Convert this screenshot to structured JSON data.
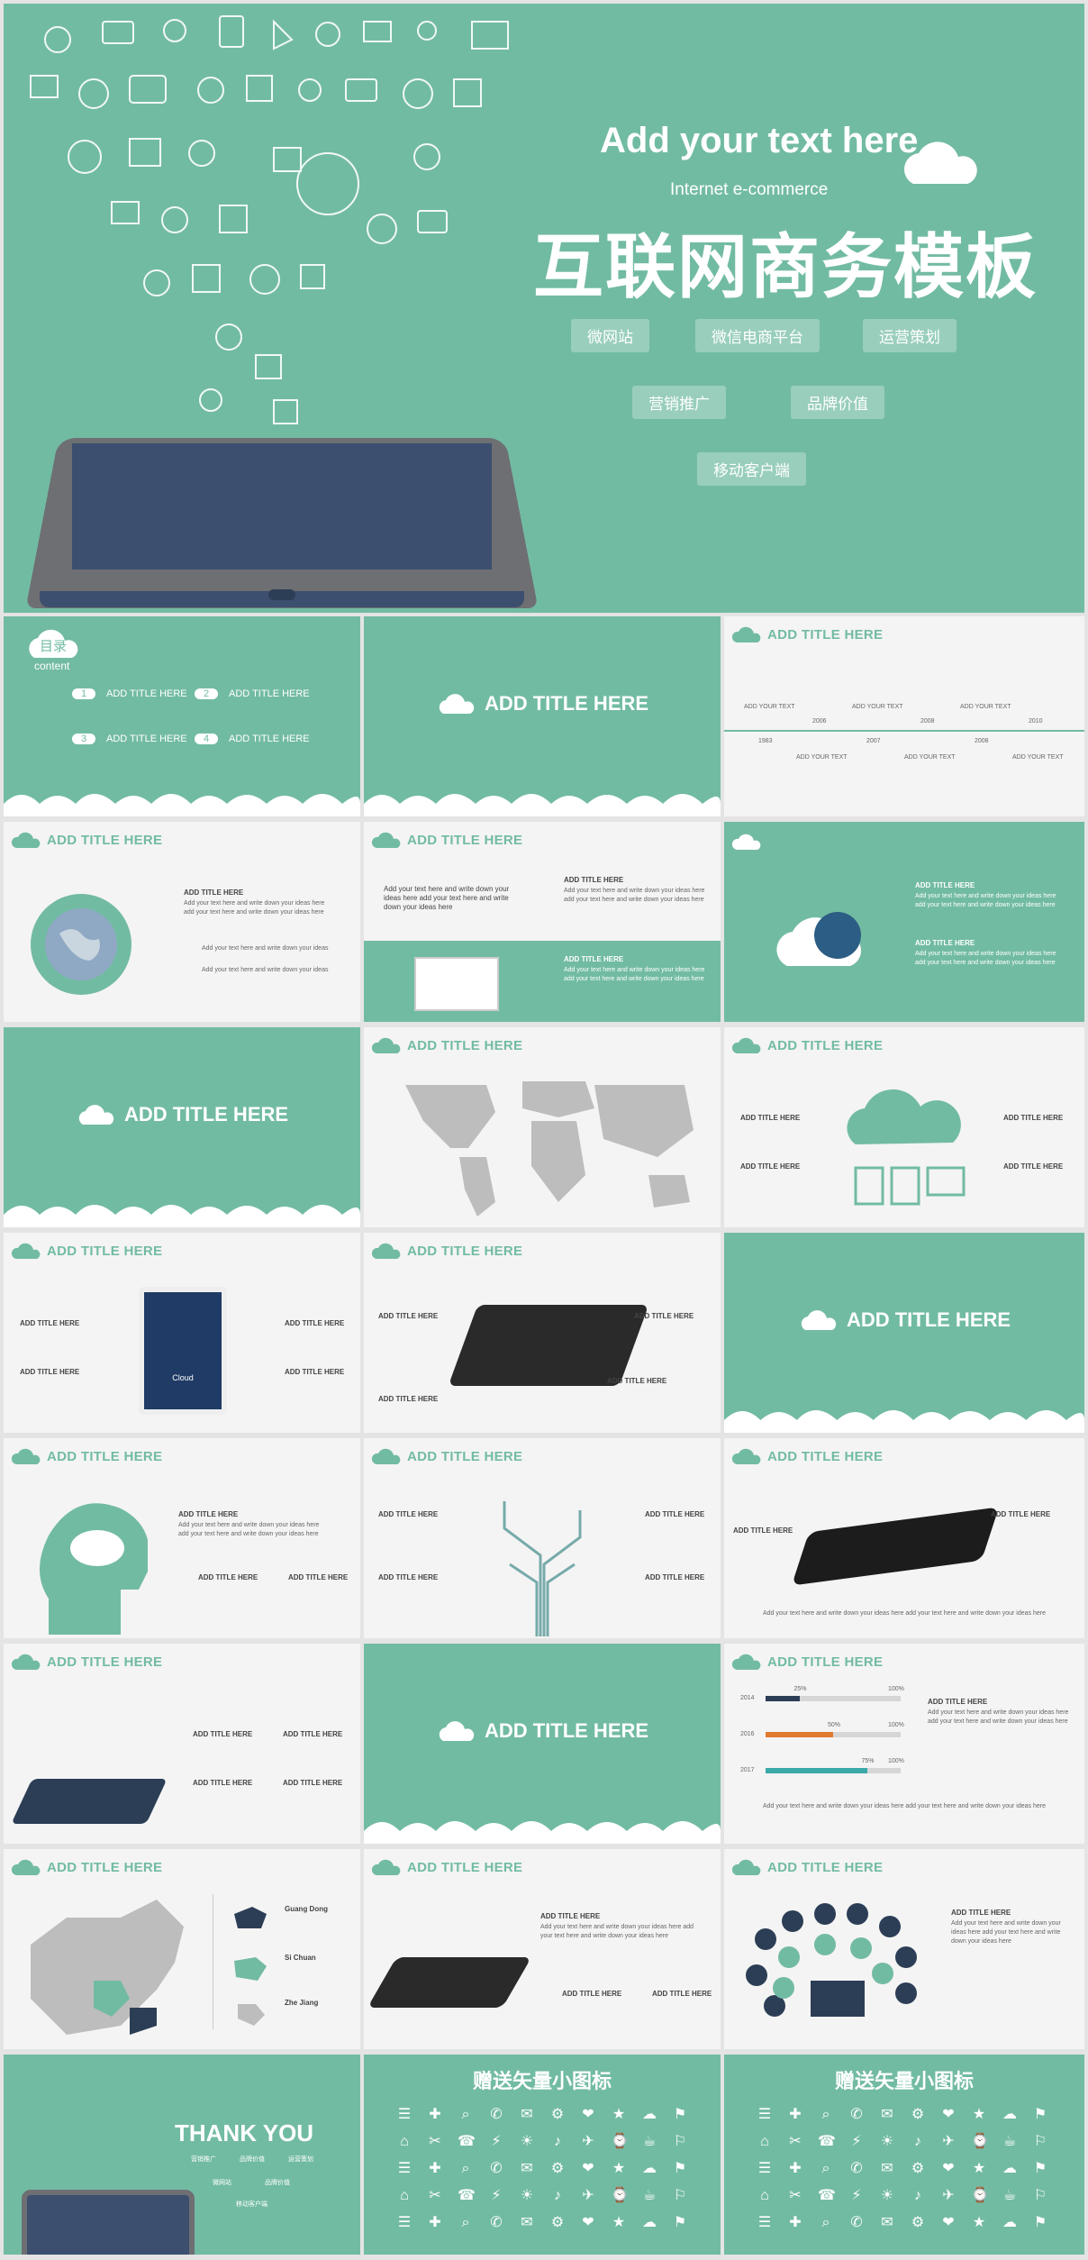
{
  "hero": {
    "headline": "Add your text here",
    "subhead": "Internet e-commerce",
    "title": "互联网商务模板",
    "tags": [
      "微网站",
      "微信电商平台",
      "运营策划",
      "营销推广",
      "品牌价值",
      "移动客户端"
    ]
  },
  "toc": {
    "title": "目录",
    "subtitle": "content",
    "items": [
      {
        "num": "1",
        "label": "ADD TITLE HERE"
      },
      {
        "num": "2",
        "label": "ADD TITLE HERE"
      },
      {
        "num": "3",
        "label": "ADD TITLE HERE"
      },
      {
        "num": "4",
        "label": "ADD TITLE HERE"
      }
    ]
  },
  "section_title": "ADD TITLE HERE",
  "slide_title": "ADD TITLE HERE",
  "sub_title": "ADD TITLE HERE",
  "add_your_text": "ADD YOUR TEXT",
  "body_text": "Add your text here and write down your ideas here add your text here and write down your ideas here",
  "short_text": "Add your text here and write down your ideas",
  "timeline_years": [
    "1983",
    "2006",
    "2007",
    "2008",
    "2008",
    "2010"
  ],
  "progress": {
    "rows": [
      {
        "year": "2014",
        "label": "25%",
        "value": 0.25,
        "color": "#2c3e55"
      },
      {
        "year": "2016",
        "label": "50%",
        "value": 0.5,
        "color": "#e07a2e"
      },
      {
        "year": "2017",
        "label": "75%",
        "value": 0.75,
        "color": "#3aa9a8"
      }
    ],
    "end_label": "100%"
  },
  "map_labels": [
    "Guang Dong",
    "Si Chuan",
    "Zhe Jiang"
  ],
  "thanks": {
    "title": "THANK YOU",
    "tags": [
      "营销推广",
      "品牌价值",
      "运营策划",
      "微网站",
      "品牌价值",
      "移动客户端"
    ]
  },
  "gift_title": "赠送矢量小图标",
  "phone_label": "Cloud",
  "colors": {
    "accent": "#72bba3",
    "dark": "#2c3e55",
    "bg": "#f4f4f4"
  }
}
